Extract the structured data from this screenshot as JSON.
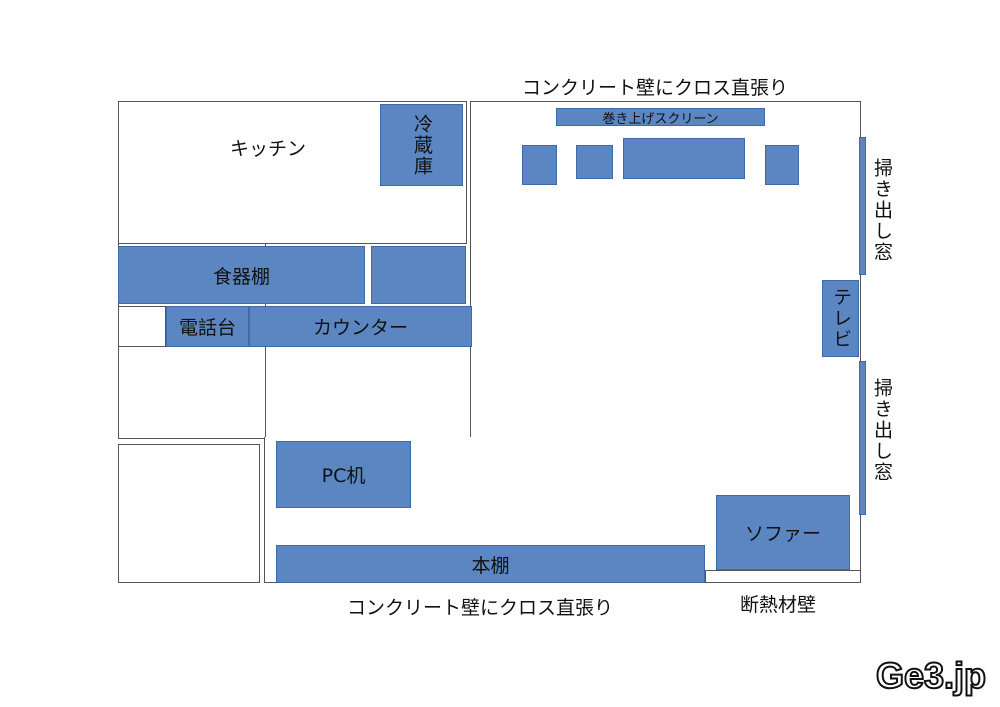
{
  "labels": {
    "kitchen": "キッチン",
    "fridge": "冷蔵庫",
    "roller_screen": "巻き上げスクリーン",
    "top_wall": "コンクリート壁にクロス直張り",
    "bottom_wall": "コンクリート壁にクロス直張り",
    "insulated_wall": "断熱材壁",
    "window_top": "掃き出し窓",
    "window_bottom": "掃き出し窓",
    "tv": "テレビ",
    "dish_shelf": "食器棚",
    "phone_stand": "電話台",
    "counter": "カウンター",
    "pc_desk": "PC机",
    "bookshelf": "本棚",
    "sofa": "ソファー",
    "watermark": "Ge3.jp"
  },
  "colors": {
    "furniture_fill": "#5b86c2",
    "furniture_border": "#3e6aa8",
    "wall_line": "#555555",
    "background": "#ffffff"
  }
}
